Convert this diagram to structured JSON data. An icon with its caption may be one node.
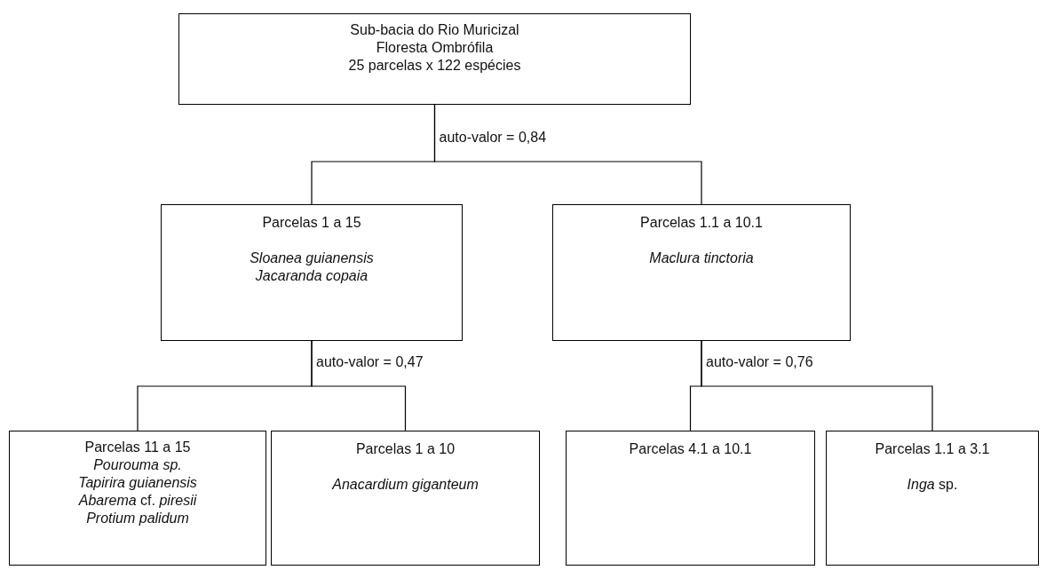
{
  "diagram": {
    "nodes": [
      {
        "text": [
          "Sub-bacia do Rio Muricizal",
          "Floresta Ombrófila",
          "25 parcelas x 122 espécies"
        ]
      },
      {
        "text": [
          "Parcelas 1 a 15",
          "Sloanea guianensis",
          "Jacaranda copaia"
        ]
      },
      {
        "text": [
          "Parcelas 1.1 a 10.1",
          "Maclura tinctoria"
        ]
      },
      {
        "text": [
          "Parcelas 11 a 15",
          "Pourouma sp.",
          "Tapirira guianensis",
          "*Abarema* cf. *piresii*",
          "Protium palidum"
        ]
      },
      {
        "text": [
          "Parcelas 1 a 10",
          "Anacardium giganteum"
        ]
      },
      {
        "text": [
          "Parcelas 4.1 a 10.1"
        ]
      },
      {
        "text": [
          "Parcelas 1.1 a 3.1",
          "*Inga* sp."
        ]
      }
    ],
    "edges": [
      {
        "from": 0,
        "to": 1,
        "arrow": "none",
        "label": "auto-valor = 0,84"
      },
      {
        "from": 0,
        "to": 2,
        "arrow": "none"
      },
      {
        "from": 1,
        "to": 3,
        "arrow": "none",
        "label": "auto-valor = 0,47"
      },
      {
        "from": 1,
        "to": 4,
        "arrow": "none"
      },
      {
        "from": 2,
        "to": 5,
        "arrow": "none",
        "label": "auto-valor = 0,76"
      },
      {
        "from": 2,
        "to": 6,
        "arrow": "none"
      }
    ]
  }
}
